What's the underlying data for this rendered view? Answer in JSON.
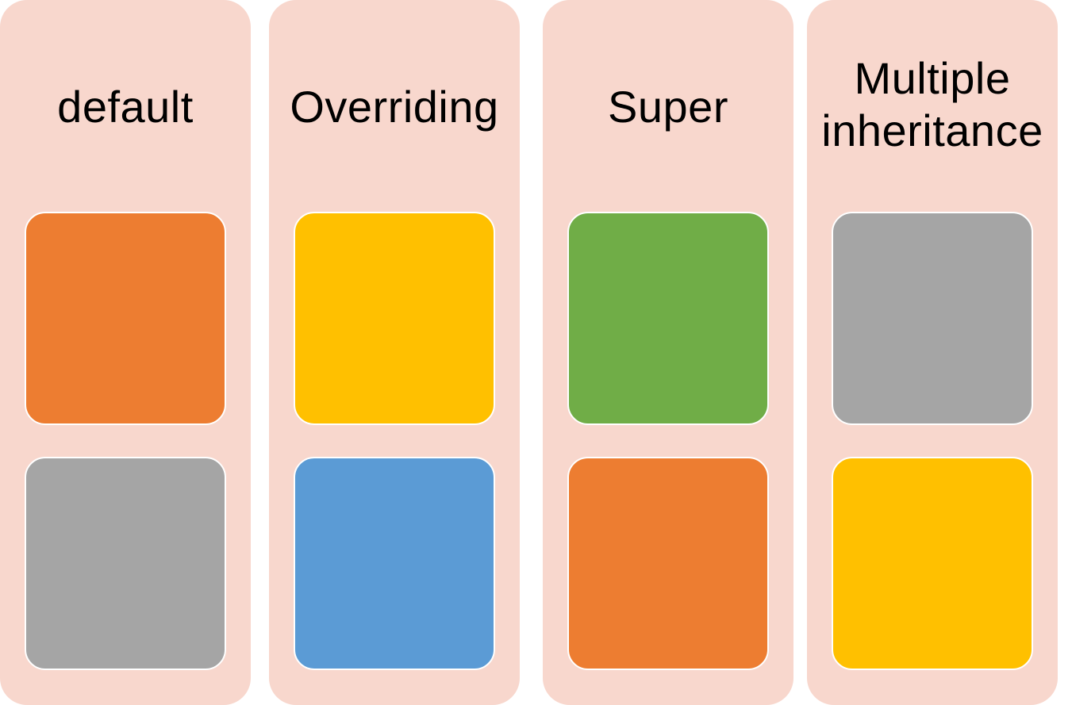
{
  "background_color": "#f8d7cd",
  "columns": [
    {
      "title": "default",
      "cards": [
        {
          "color": "#ed7d31"
        },
        {
          "color": "#a5a5a5"
        }
      ]
    },
    {
      "title": "Overriding",
      "cards": [
        {
          "color": "#ffc000"
        },
        {
          "color": "#5b9bd5"
        }
      ]
    },
    {
      "title": "Super",
      "cards": [
        {
          "color": "#70ad47"
        },
        {
          "color": "#ed7d31"
        }
      ]
    },
    {
      "title": "Multiple inheritance",
      "cards": [
        {
          "color": "#a5a5a5"
        },
        {
          "color": "#ffc000"
        }
      ]
    }
  ]
}
